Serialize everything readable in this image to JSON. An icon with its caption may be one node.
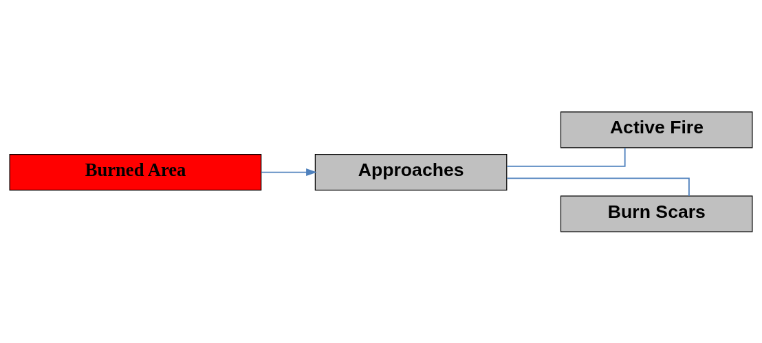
{
  "diagram": {
    "nodes": [
      {
        "text": [
          "Burned Area"
        ]
      },
      {
        "text": [
          "Approaches"
        ]
      },
      {
        "text": [
          "Active Fire"
        ]
      },
      {
        "text": [
          "Burn Scars"
        ]
      }
    ],
    "edges": [
      {
        "from": 0,
        "to": 1,
        "arrow": "to"
      },
      {
        "from": 1,
        "to": 2,
        "arrow": "none"
      },
      {
        "from": 1,
        "to": 3,
        "arrow": "none"
      }
    ]
  }
}
